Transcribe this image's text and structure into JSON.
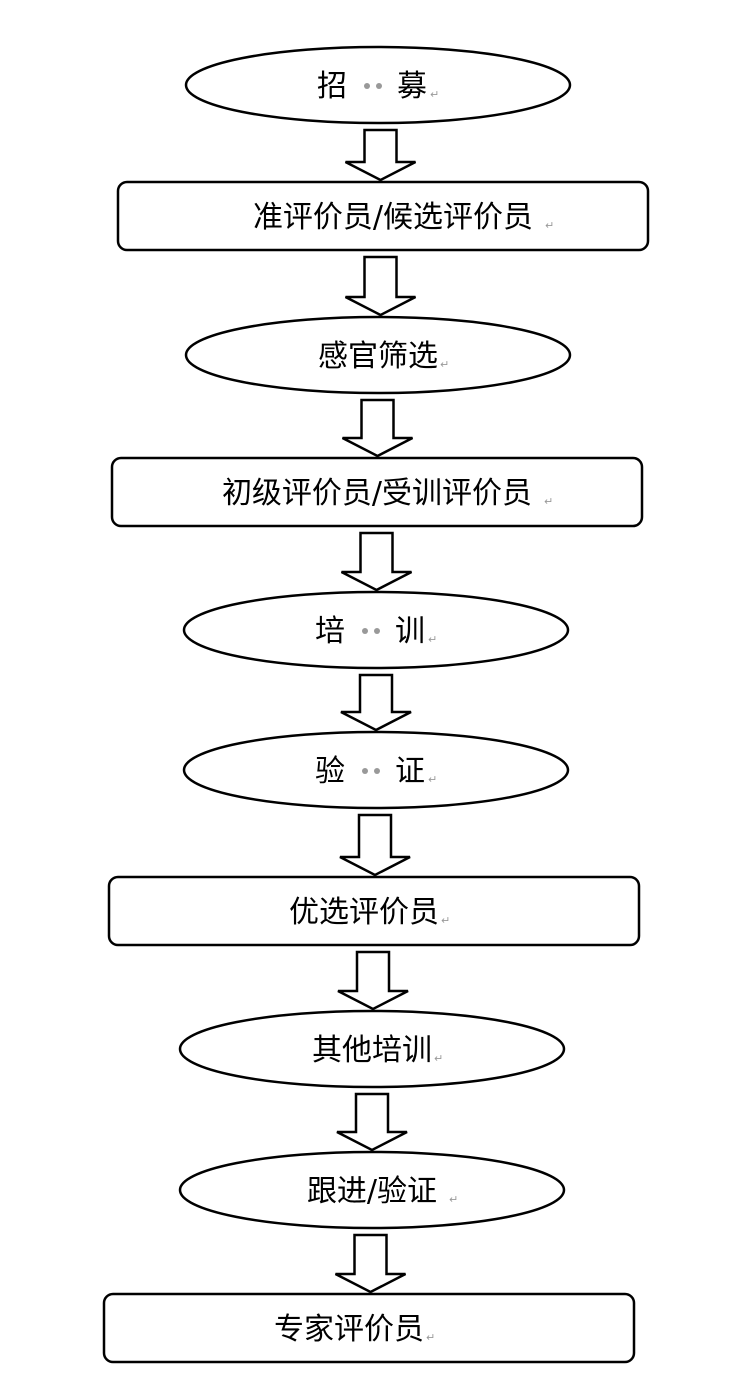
{
  "nodes": [
    {
      "id": "recruit",
      "shape": "ellipse",
      "parts": [
        "招",
        "募"
      ],
      "dotted": true
    },
    {
      "id": "candidate",
      "shape": "rect",
      "text": "准评价员/候选评价员"
    },
    {
      "id": "screening",
      "shape": "ellipse",
      "text": "感官筛选"
    },
    {
      "id": "trainee",
      "shape": "rect",
      "text": "初级评价员/受训评价员"
    },
    {
      "id": "training",
      "shape": "ellipse",
      "parts": [
        "培",
        "训"
      ],
      "dotted": true
    },
    {
      "id": "validation",
      "shape": "ellipse",
      "parts": [
        "验",
        "证"
      ],
      "dotted": true
    },
    {
      "id": "selected",
      "shape": "rect",
      "text": "优选评价员"
    },
    {
      "id": "other_training",
      "shape": "ellipse",
      "text": "其他培训"
    },
    {
      "id": "followup",
      "shape": "ellipse",
      "text": "跟进/验证"
    },
    {
      "id": "expert",
      "shape": "rect",
      "text": "专家评价员"
    }
  ],
  "edges": [
    {
      "from": "recruit",
      "to": "candidate"
    },
    {
      "from": "candidate",
      "to": "screening"
    },
    {
      "from": "screening",
      "to": "trainee"
    },
    {
      "from": "trainee",
      "to": "training"
    },
    {
      "from": "training",
      "to": "validation"
    },
    {
      "from": "validation",
      "to": "selected"
    },
    {
      "from": "selected",
      "to": "other_training"
    },
    {
      "from": "other_training",
      "to": "followup"
    },
    {
      "from": "followup",
      "to": "expert"
    }
  ],
  "paragraph_mark": "↵"
}
